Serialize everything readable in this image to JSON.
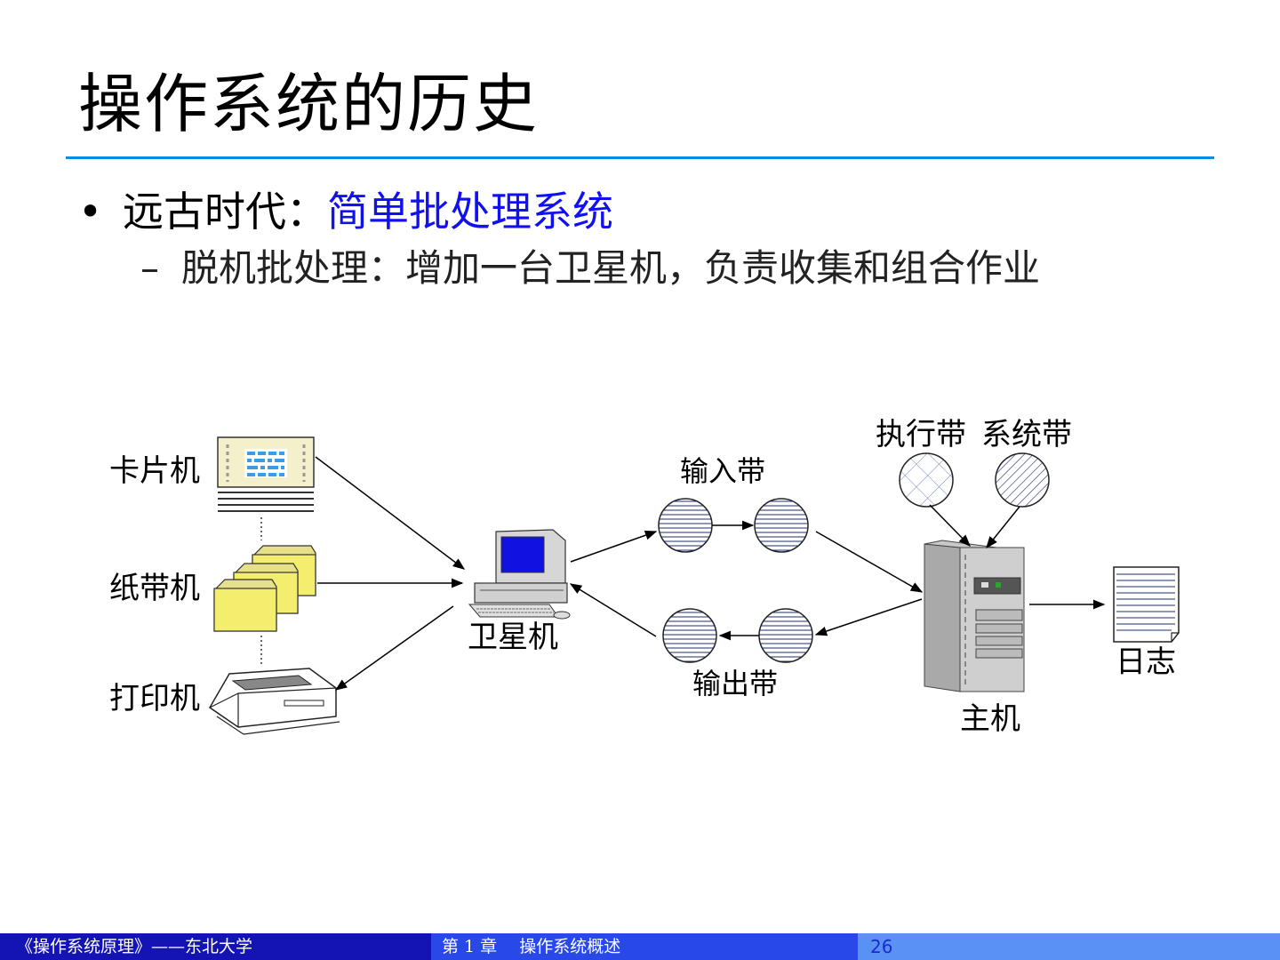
{
  "slide": {
    "title": "操作系统的历史",
    "bullet_label": "远古时代：",
    "bullet_highlight": "简单批处理系统",
    "sub_dash": "–",
    "sub_text": "脱机批处理：增加一台卫星机，负责收集和组合作业"
  },
  "diagram": {
    "card_reader": "卡片机",
    "tape_reader": "纸带机",
    "printer": "打印机",
    "satellite": "卫星机",
    "input_tape": "输入带",
    "output_tape": "输出带",
    "exec_tape": "执行带",
    "system_tape": "系统带",
    "host": "主机",
    "log": "日志"
  },
  "footer": {
    "course": "《操作系统原理》——东北大学",
    "chapter": "第 1 章　 操作系统概述",
    "page": "26"
  },
  "colors": {
    "rule": "#0a8ee0",
    "highlight": "#1010f0",
    "footer_left": "#1414b4",
    "footer_mid": "#2848e8",
    "footer_right": "#5a92f4"
  }
}
